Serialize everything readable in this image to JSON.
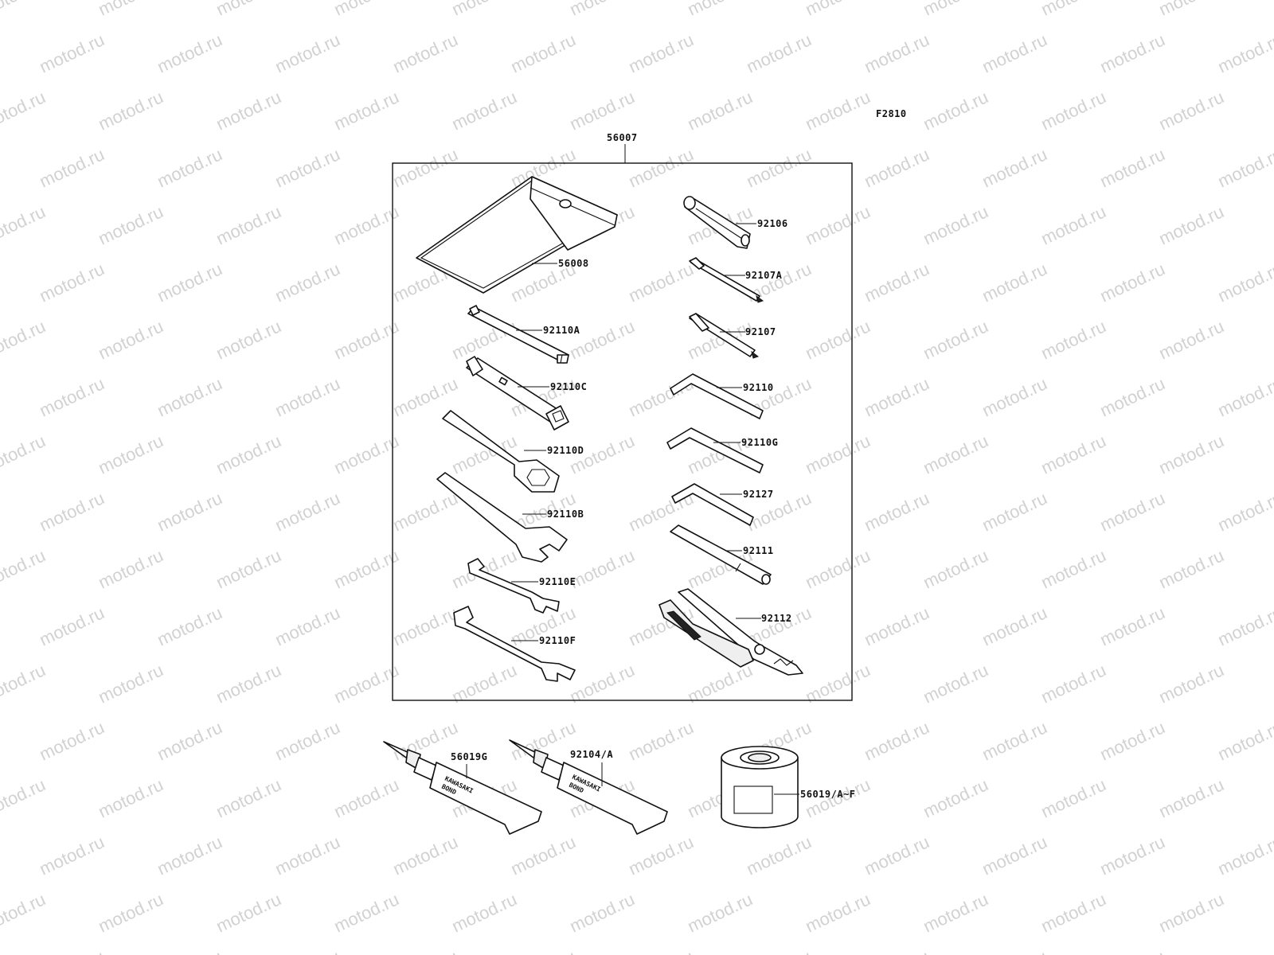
{
  "figure_code": "F2810",
  "watermark": "motod.ru",
  "kit_label": "56007",
  "labels": {
    "tool_bag": "56008",
    "handle": "92106",
    "screwdriver_a": "92107A",
    "screwdriver": "92107",
    "spanner_a": "92110A",
    "box_spanner": "92110C",
    "ring_wrench": "92110D",
    "open_wrench": "92110B",
    "wrench_e": "92110E",
    "wrench_f": "92110F",
    "hex_key": "92110",
    "hex_key_g": "92110G",
    "hex_key_2": "92127",
    "extension_bar": "92111",
    "pliers": "92112",
    "bond_tube_1": "56019G",
    "bond_tube_2": "92104/A",
    "grease_can": "56019/A~F"
  },
  "tube_text": {
    "brand": "KAWASAKI",
    "product": "BOND"
  }
}
